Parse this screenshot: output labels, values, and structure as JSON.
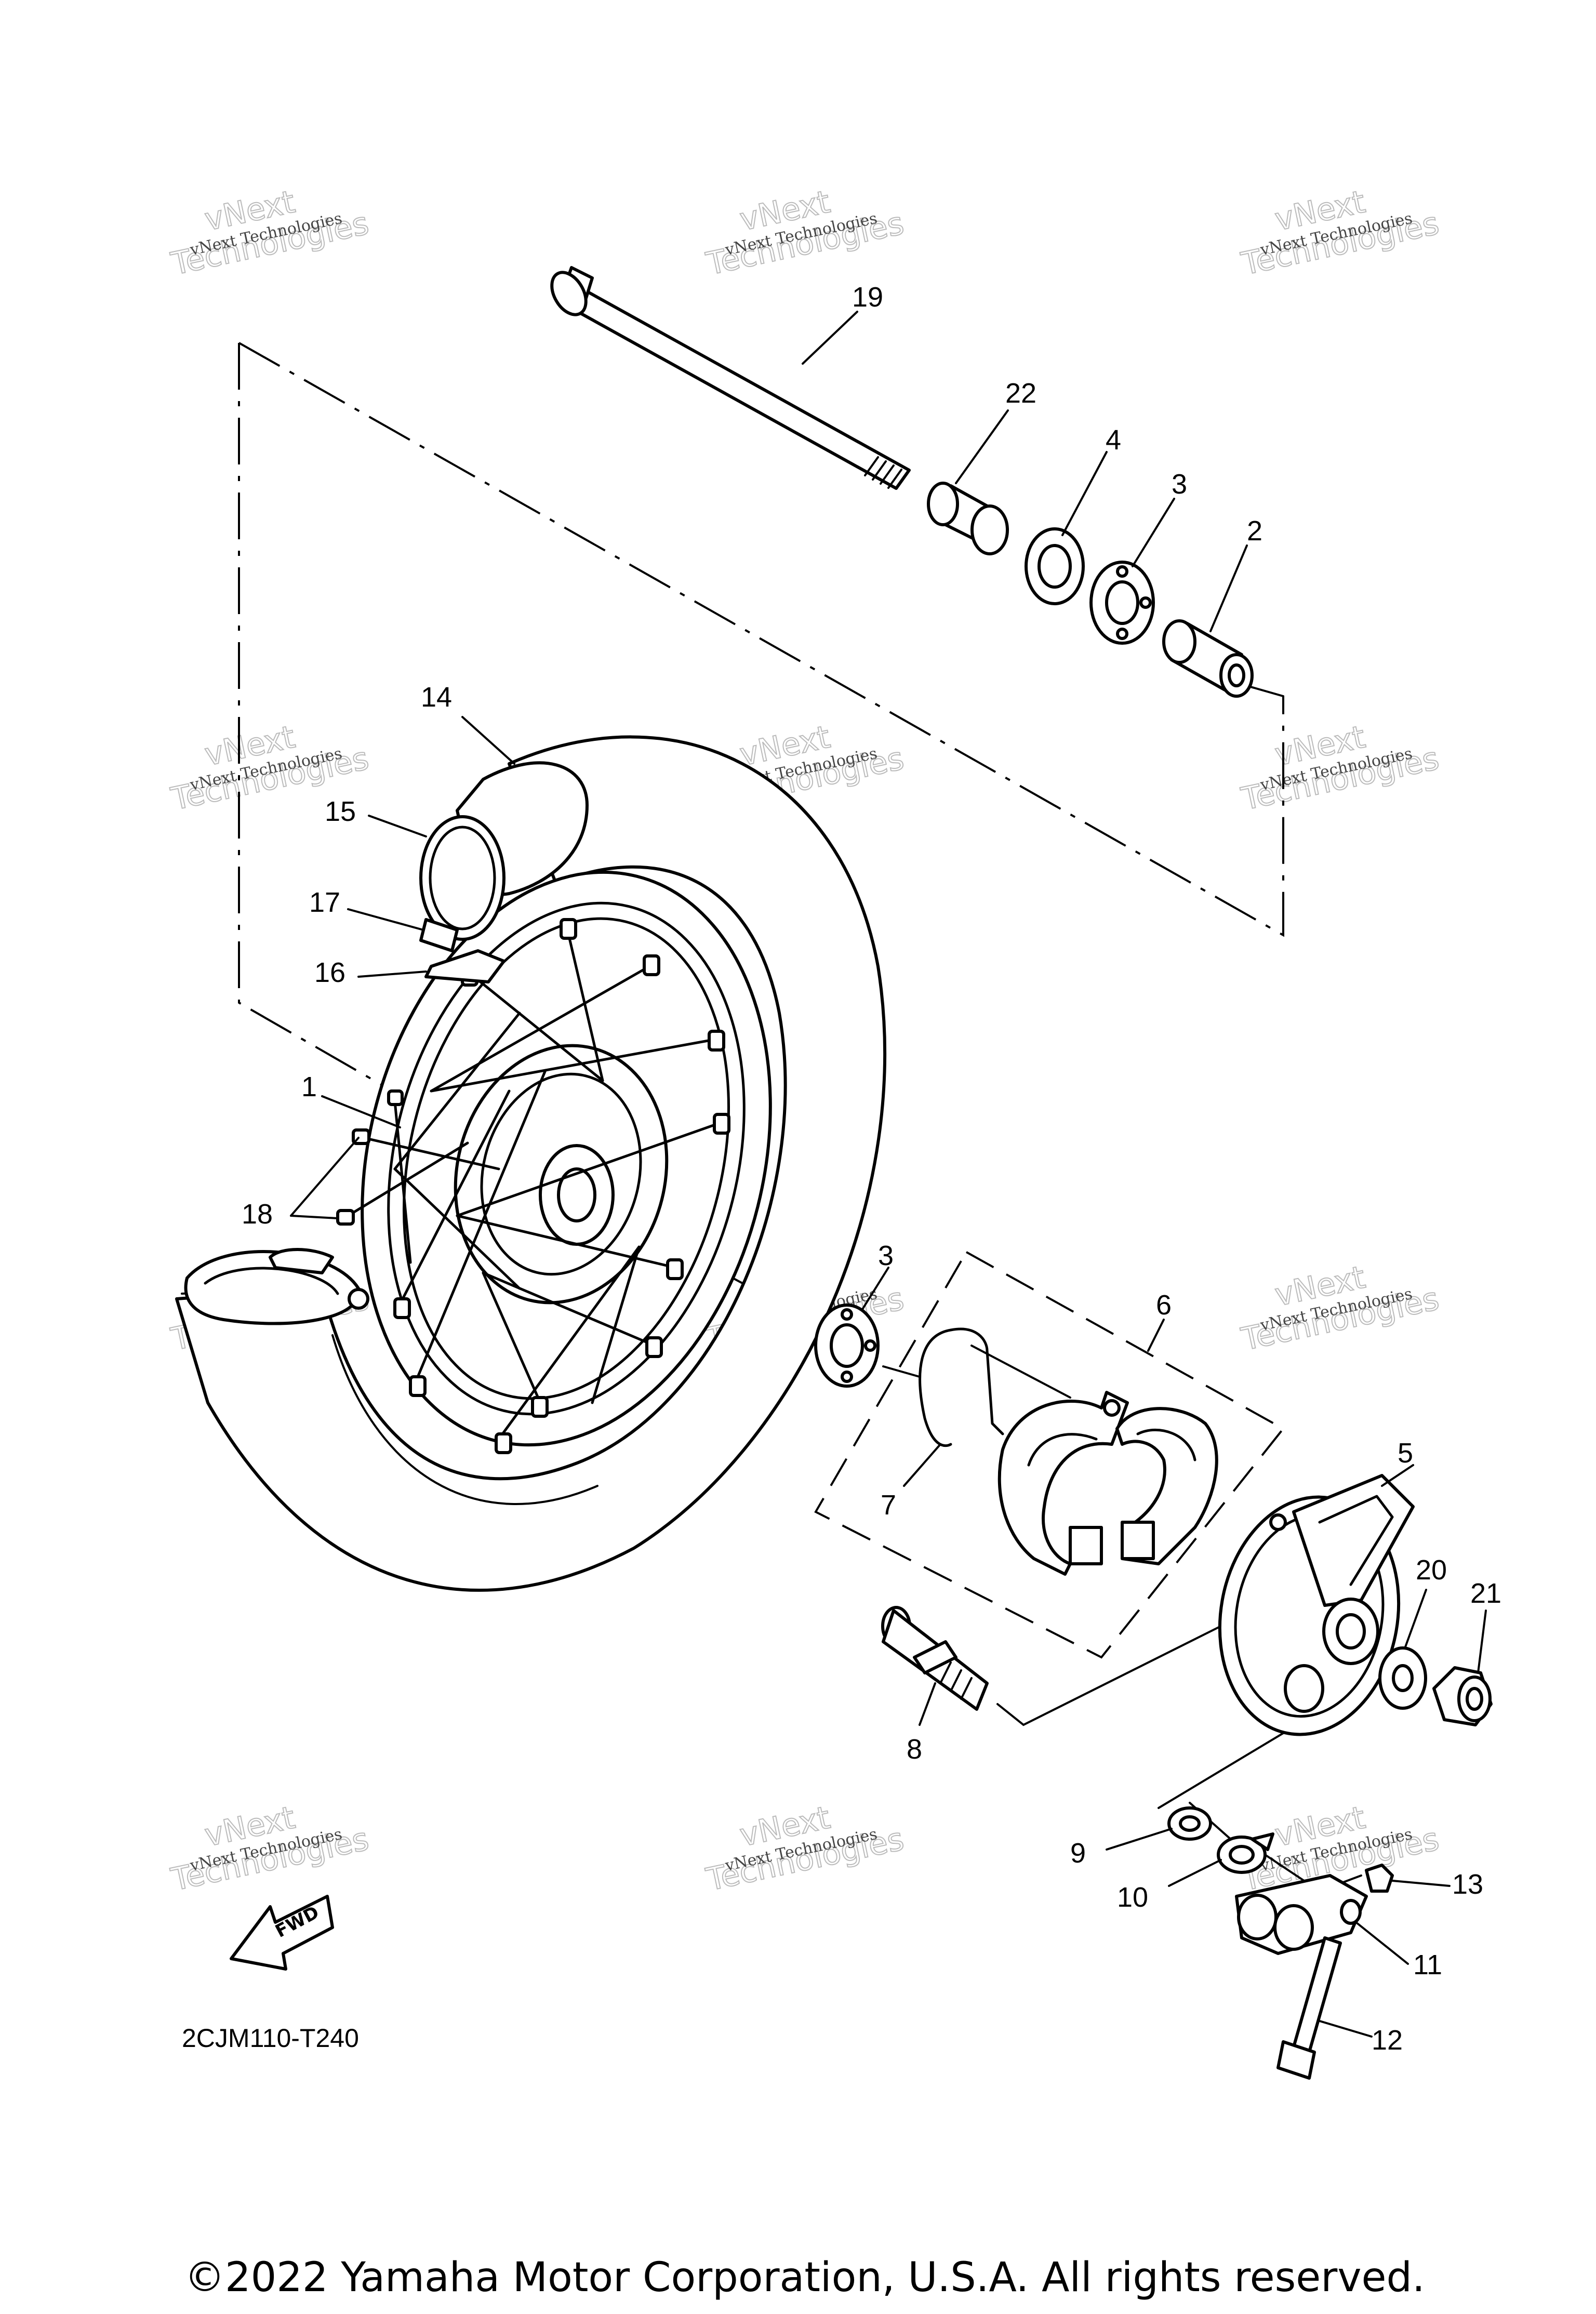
{
  "diagram_code": "2CJM110-T240",
  "copyright": "©2022 Yamaha Motor Corporation, U.S.A. All rights reserved.",
  "watermark": {
    "line1": "vNext Technologies",
    "line2": "Technologies",
    "line0": "vNext"
  },
  "fwd_label": "FWD",
  "callouts": [
    "1",
    "2",
    "3",
    "3",
    "4",
    "5",
    "6",
    "7",
    "8",
    "9",
    "10",
    "11",
    "12",
    "13",
    "14",
    "15",
    "16",
    "17",
    "18",
    "19",
    "20",
    "21",
    "22"
  ]
}
